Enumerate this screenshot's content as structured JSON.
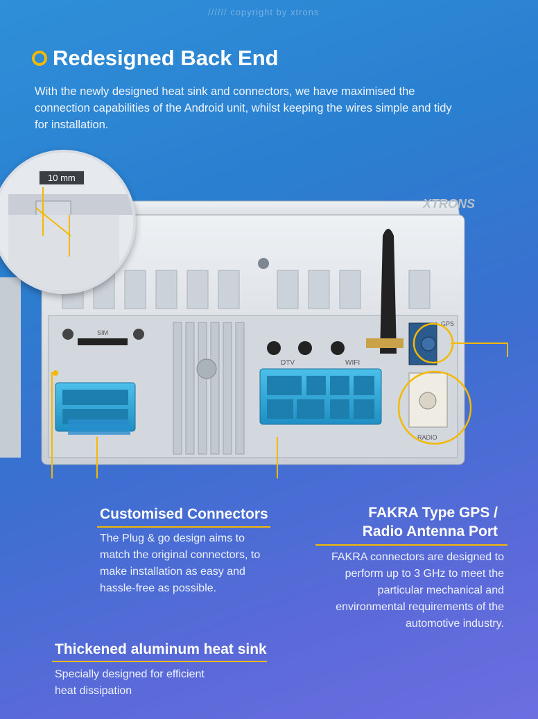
{
  "watermark_top": "////// copyright by xtrons",
  "header": {
    "title": "Redesigned Back End",
    "intro": "With the newly designed heat sink and connectors, we have maximised the connection capabilities of the Android unit, whilst keeping the wires simple and tidy for installation."
  },
  "zoom": {
    "measure": "10 mm"
  },
  "device": {
    "brand": "XTRONS",
    "labels": {
      "sim": "SIM",
      "dtv": "DTV",
      "wifi": "WIFI",
      "gps": "GPS",
      "radio": "RADIO"
    }
  },
  "callouts": {
    "connectors": {
      "title": "Customised Connectors",
      "text": "The Plug & go design aims to match the original connectors, to make installation as easy and hassle-free as possible."
    },
    "fakra": {
      "title_line1": "FAKRA Type GPS /",
      "title_line2": "Radio Antenna Port",
      "text": "FAKRA connectors are designed to perform up to 3 GHz to meet the particular mechanical and environmental requirements of the automotive industry."
    },
    "heatsink": {
      "title": "Thickened aluminum heat sink",
      "text": "Specially designed for efficient heat dissipation"
    }
  },
  "colors": {
    "accent": "#f5b800",
    "bg_top": "#2f8fd8",
    "bg_bottom": "#6c6ee0",
    "connector_blue": "#2ea7d6"
  }
}
